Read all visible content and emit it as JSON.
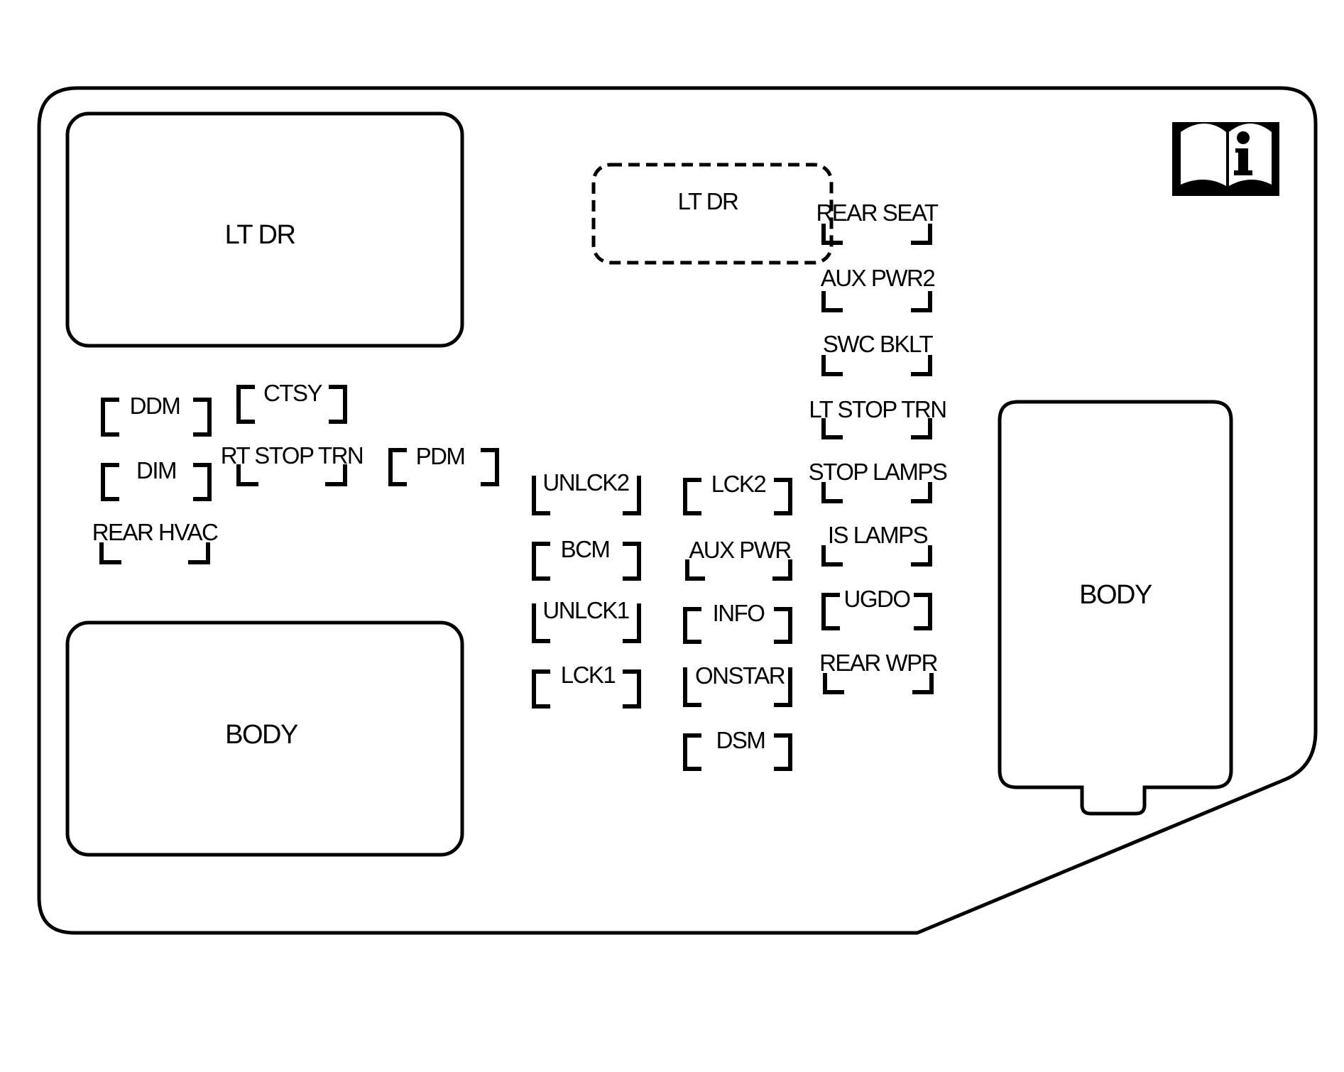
{
  "relays": {
    "top_left": "LT DR",
    "bottom_left": "BODY",
    "right": "BODY",
    "dashed_top": "LT DR"
  },
  "fuses": {
    "ddm": "DDM",
    "ctsy": "CTSY",
    "dim": "DIM",
    "rt_stop_trn": "RT STOP TRN",
    "pdm": "PDM",
    "rear_hvac": "REAR HVAC",
    "unlck2": "UNLCK2",
    "bcm": "BCM",
    "unlck1": "UNLCK1",
    "lck1": "LCK1",
    "lck2": "LCK2",
    "aux_pwr": "AUX PWR",
    "info": "INFO",
    "onstar": "ONSTAR",
    "dsm": "DSM",
    "rear_seat": "REAR SEAT",
    "aux_pwr2": "AUX PWR2",
    "swc_bklt": "SWC BKLT",
    "lt_stop_trn": "LT STOP TRN",
    "stop_lamps": "STOP LAMPS",
    "is_lamps": "IS LAMPS",
    "ugdo": "UGDO",
    "rear_wpr": "REAR WPR"
  },
  "icons": {
    "manual": "owners-manual-info-icon"
  },
  "colors": {
    "line": "#000000",
    "background": "#ffffff"
  }
}
